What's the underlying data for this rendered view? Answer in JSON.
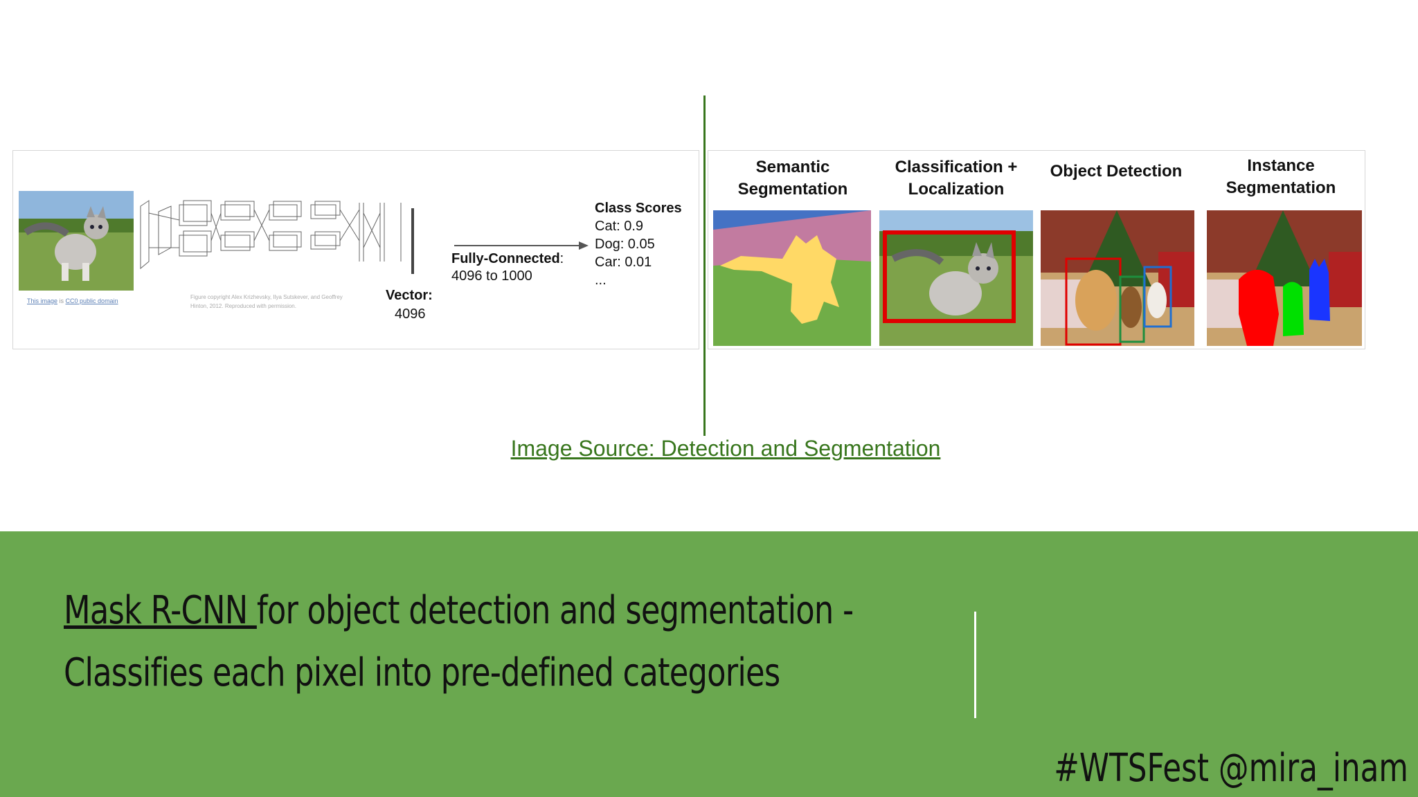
{
  "left_figure": {
    "photo_credit_link1": "This image",
    "photo_credit_mid": " is ",
    "photo_credit_link2": "CC0 public domain",
    "figure_copyright": "Figure copyright Alex Krizhevsky, Ilya Sutskever, and Geoffrey Hinton, 2012. Reproduced with permission.",
    "vector_label": "Vector:",
    "vector_value": "4096",
    "fc_label": "Fully-Connected",
    "fc_colon": ":",
    "fc_value": "4096 to 1000",
    "class_scores_title": "Class Scores",
    "scores": [
      "Cat: 0.9",
      "Dog: 0.05",
      "Car: 0.01",
      "..."
    ]
  },
  "right_figure": {
    "tasks": [
      {
        "title": "Semantic Segmentation"
      },
      {
        "title": "Classification + Localization"
      },
      {
        "title": "Object Detection"
      },
      {
        "title": "Instance Segmentation"
      }
    ]
  },
  "source_link": "Image Source: Detection and Segmentation",
  "caption": {
    "link_text": "Mask R-CNN ",
    "line1_rest": " for object detection and segmentation -",
    "line2": "Classifies each pixel into pre-defined categories"
  },
  "hashtag": "#WTSFest @mira_inam",
  "colors": {
    "accent_green": "#6aa84f",
    "dark_green": "#38761d"
  }
}
